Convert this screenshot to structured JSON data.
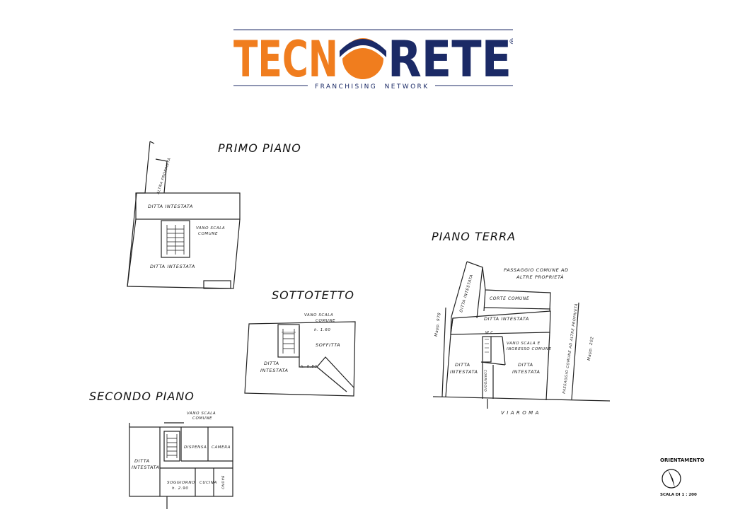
{
  "logo": {
    "part1": "TECN",
    "part2": "RETE",
    "registered": "®",
    "tagline": "FRANCHISING  NETWORK",
    "colors": {
      "orange": "#F07D1E",
      "navy": "#1B2A66"
    }
  },
  "plans": {
    "primo": {
      "title": "PRIMO PIANO",
      "labels": {
        "top": "DITTA INTESTATA",
        "stair": "VANO SCALA",
        "stair2": "COMUNE",
        "bottom": "DITTA INTESTATA",
        "side": "ALTRA PROPRIETÀ"
      }
    },
    "sottotetto": {
      "title": "SOTTOTETTO",
      "labels": {
        "stair": "VANO SCALA",
        "stair2": "COMUNE",
        "height1": "h. 1.60",
        "attic": "SOFFITTA",
        "owner": "DITTA",
        "owner2": "INTESTATA",
        "height2": "h. 0.80"
      }
    },
    "secondo": {
      "title": "SECONDO PIANO",
      "labels": {
        "stair": "VANO SCALA",
        "stair2": "COMUNE",
        "room1": "DISPENSA",
        "room2": "CAMERA",
        "owner": "DITTA",
        "owner2": "INTESTATA",
        "room3": "SOGGIORNO",
        "height": "h. 2.90",
        "room4": "CUCINA",
        "room5": "BAGNO"
      }
    },
    "terra": {
      "title": "PIANO TERRA",
      "labels": {
        "passage": "PASSAGGIO COMUNE AD",
        "passage2": "ALTRE PROPRIETÀ",
        "court": "CORTE COMUNE",
        "owner_top": "DITTA INTESTATA",
        "side_owner": "DITTA INTESTATA",
        "wc": "W.C.",
        "stair": "VANO SCALA E",
        "stair2": "INGRESSO COMUNE",
        "left_owner": "DITTA",
        "left_owner2": "INTESTATA",
        "corridor": "CORRIDOIO",
        "right_owner": "DITTA",
        "right_owner2": "INTESTATA",
        "right_passage": "PASSAGGIO COMUNE AD ALTRE PROPRIETÀ",
        "street": "V I A     R O M A",
        "left_road": "Mapp. 978",
        "right_road": "Mapp. 202"
      }
    }
  },
  "orientation": {
    "label": "ORIENTAMENTO",
    "scale": "SCALA DI 1 : 200"
  }
}
